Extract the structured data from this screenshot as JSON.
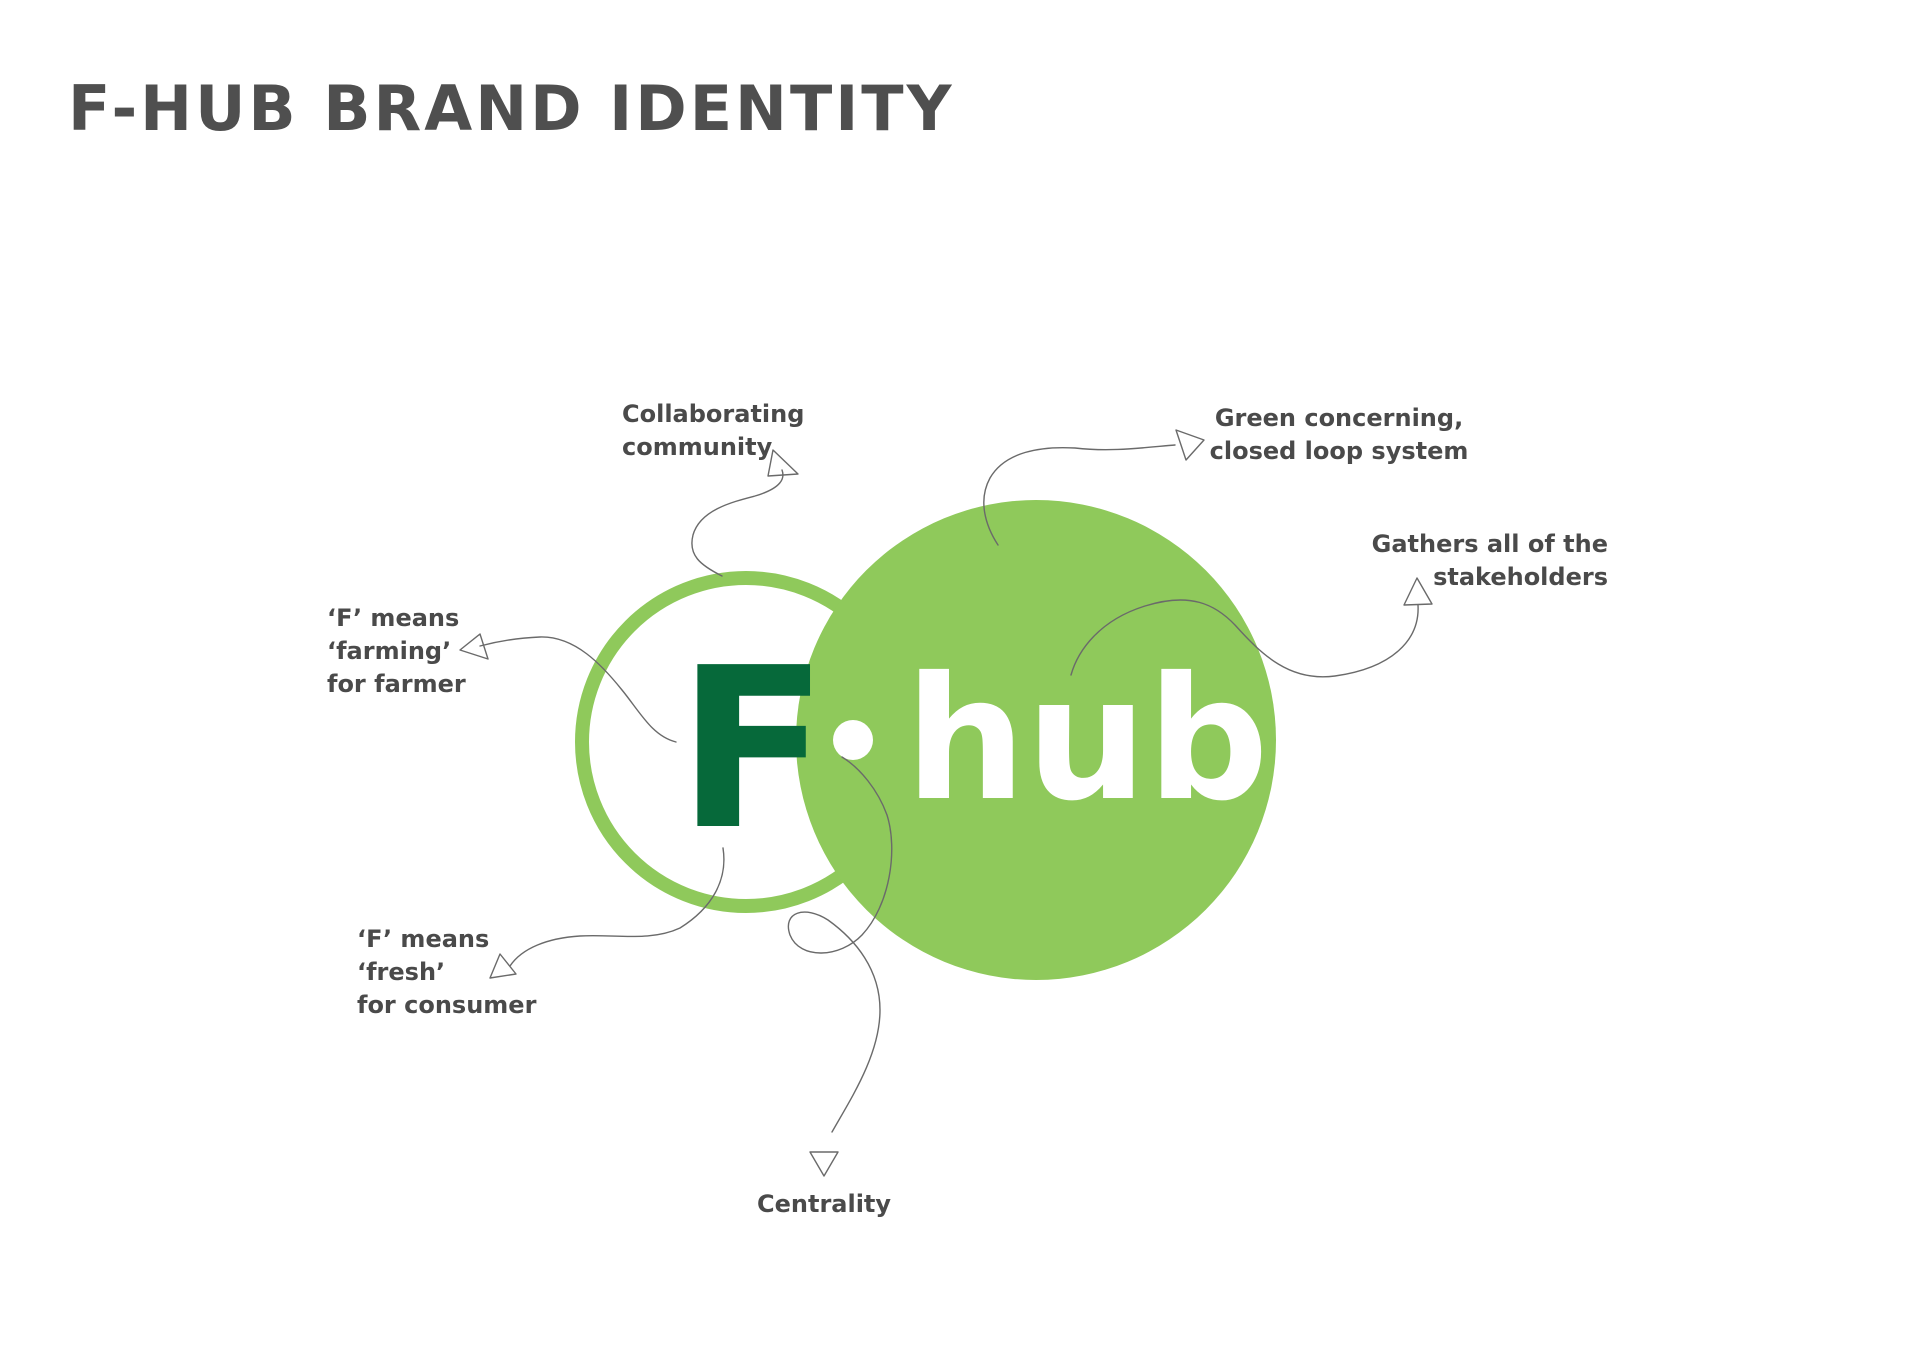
{
  "title": "F-HUB BRAND IDENTITY",
  "logo": {
    "letter": "F",
    "wordmark": "hub",
    "colors": {
      "dark_green": "#06693a",
      "light_green": "#8fc95b",
      "ring_green": "#8fc95b",
      "white": "#ffffff"
    }
  },
  "annotations": {
    "collaborating": "Collaborating\ncommunity",
    "green_loop": "Green concerning,\nclosed loop system",
    "gathers": "Gathers all of the\nstakeholders",
    "farming": "‘F’ means\n‘farming’\nfor farmer",
    "fresh": "‘F’ means\n‘fresh’\nfor consumer",
    "centrality": "Centrality"
  },
  "colors": {
    "text": "#4a4a4a",
    "title": "#4f4f4f",
    "sketch_line": "#6a6a6a"
  }
}
